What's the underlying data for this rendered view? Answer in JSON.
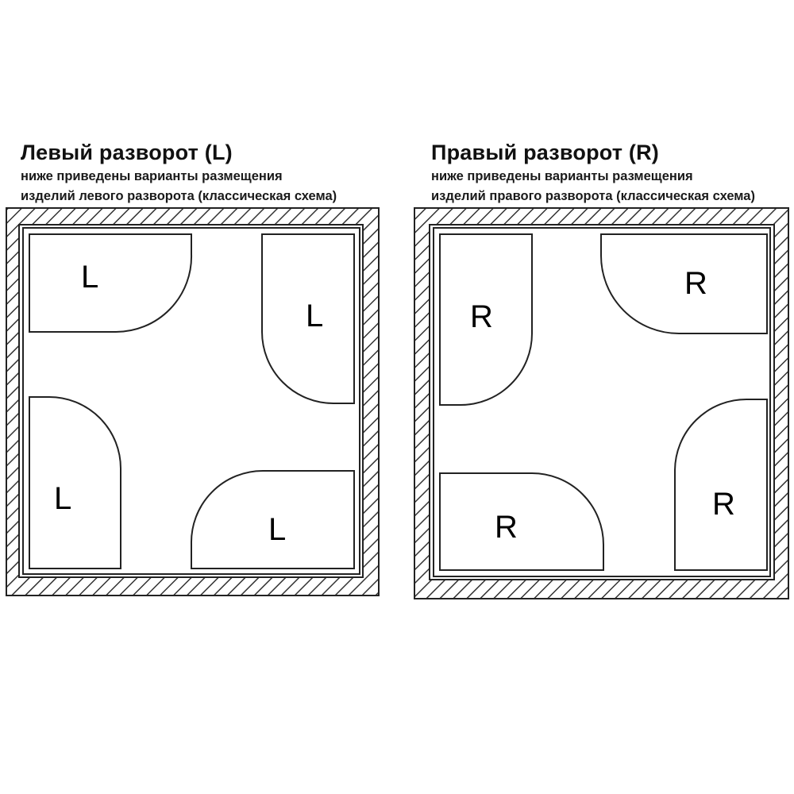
{
  "panels": {
    "left": {
      "title": "Левый разворот (L)",
      "subtitle_line1": "ниже приведены варианты размещения",
      "subtitle_line2": "изделий левого разворота (классическая схема)",
      "corner_label": "L"
    },
    "right": {
      "title": "Правый разворот (R)",
      "subtitle_line1": "ниже приведены варианты размещения",
      "subtitle_line2": "изделий правого разворота (классическая схема)",
      "corner_label": "R"
    }
  },
  "colors": {
    "stroke": "#222222",
    "hatch": "#333333",
    "background": "#ffffff"
  }
}
